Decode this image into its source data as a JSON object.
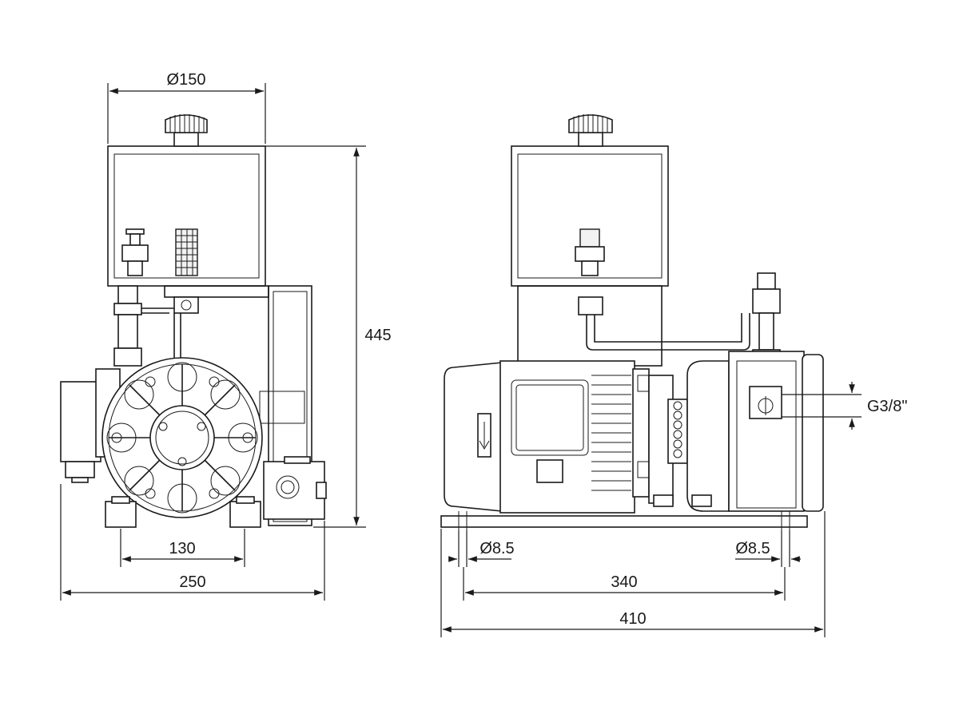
{
  "dimensions": {
    "tank_diameter": "Ø150",
    "height": "445",
    "foot_spacing": "130",
    "front_width": "250",
    "bolt_hole_left": "Ø8.5",
    "bolt_hole_right": "Ø8.5",
    "hole_spacing": "340",
    "side_length": "410",
    "port_thread": "G3/8\""
  }
}
